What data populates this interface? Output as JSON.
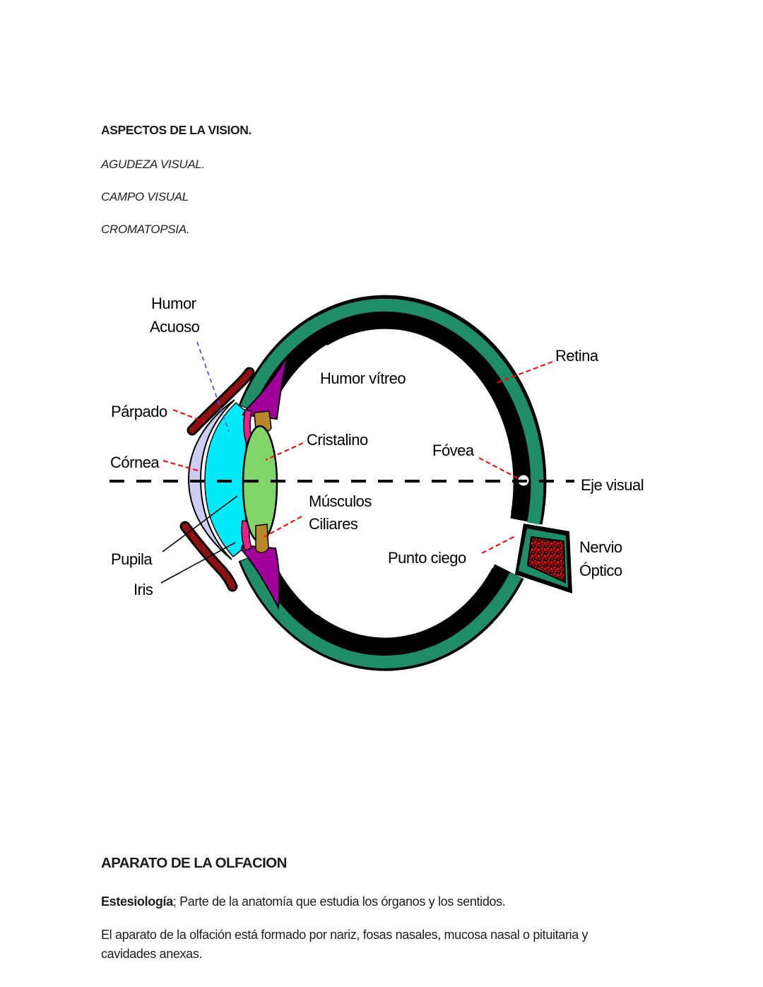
{
  "vision": {
    "title": "ASPECTOS DE LA VISION.",
    "items": [
      "AGUDEZA VISUAL.",
      "CAMPO VISUAL",
      "CROMATOPSIA."
    ]
  },
  "diagram": {
    "labels": {
      "humor_acuoso_line1": "Humor",
      "humor_acuoso_line2": "Acuoso",
      "retina": "Retina",
      "humor_vitreo": "Humor vítreo",
      "parpado": "Párpado",
      "cristalino": "Cristalino",
      "fovea": "Fóvea",
      "cornea": "Córnea",
      "eje_visual": "Eje visual",
      "musculos_line1": "Músculos",
      "musculos_line2": "Ciliares",
      "pupila": "Pupila",
      "punto_ciego": "Punto ciego",
      "nervio_line1": "Nervio",
      "nervio_line2": "Óptico",
      "iris": "Iris"
    },
    "colors": {
      "sclera_green": "#1f8e68",
      "retina_black": "#000000",
      "cornea_lavender": "#cdcdf4",
      "aqueous_cyan": "#00e9f9",
      "lens_green": "#81d569",
      "ciliary_magenta": "#a1009b",
      "iris_pink": "#ee1e8e",
      "muscle_tan": "#b9882b",
      "eyelid_dark_red": "#8f1010",
      "nerve_red": "#e01010",
      "leader_red": "#ff0000",
      "leader_blue": "#5353dd",
      "leader_black": "#000000"
    }
  },
  "olfaction": {
    "title": "APARATO DE LA OLFACION",
    "term": "Estesiología",
    "definition": "; Parte de la anatomía que estudia los órganos y los sentidos.",
    "body_line1": "El aparato de la olfación está formado por nariz, fosas nasales, mucosa nasal o pituitaria y",
    "body_line2": "cavidades anexas."
  }
}
